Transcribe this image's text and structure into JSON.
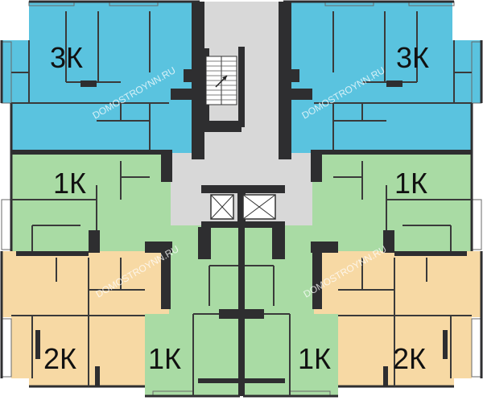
{
  "colors": {
    "three_room": "#5ac3df",
    "one_room": "#a9dba4",
    "two_room": "#f7d9a4",
    "common": "#d8d8d8",
    "wall": "#2e2e30",
    "background": "#ffffff"
  },
  "labels": {
    "top_left": "3К",
    "top_right": "3К",
    "mid_left": "1К",
    "mid_right": "1К",
    "bottom_left_outer": "2К",
    "bottom_left_inner": "1К",
    "bottom_right_inner": "1К",
    "bottom_right_outer": "2К"
  },
  "watermark": "DOMOSTROYNN.RU",
  "icons": [
    "stair-icon",
    "elevator-icon",
    "elevator-icon"
  ]
}
